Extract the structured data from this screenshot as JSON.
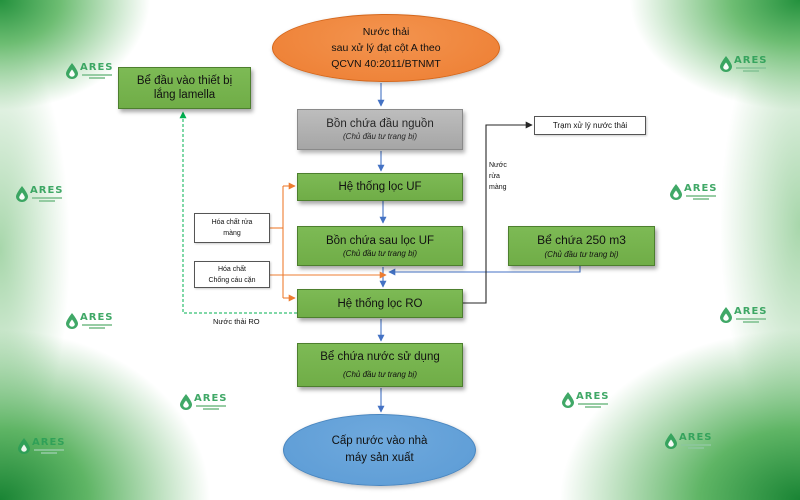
{
  "diagram": {
    "source": {
      "lines": [
        "Nước thải",
        "sau xử lý đạt cột A theo",
        "QCVN 40:2011/BTNMT"
      ]
    },
    "lamella_tank": {
      "lines": [
        "Bể đầu vào thiết bị",
        "lắng lamella"
      ]
    },
    "source_tank": {
      "title": "Bồn chứa đầu nguồn",
      "note": "(Chủ đầu tư trang bị)"
    },
    "uf_system": {
      "title": "Hệ thống lọc UF"
    },
    "post_uf_tank": {
      "title": "Bồn chứa sau lọc UF",
      "note": "(Chủ đầu tư trang bị)"
    },
    "ro_system": {
      "title": "Hệ thống lọc RO"
    },
    "use_tank": {
      "title": "Bể chứa nước sử dụng",
      "note": "(Chủ đầu tư trang bị)"
    },
    "supply": {
      "lines": [
        "Cấp nước vào nhà",
        "máy sản xuất"
      ]
    },
    "wastewater_station": {
      "title": "Trạm xử lý nước thải"
    },
    "membrane_wash_water": {
      "lines": [
        "Nước",
        "rửa",
        "màng"
      ]
    },
    "tank_250": {
      "title": "Bể chứa 250 m3",
      "note": "(Chủ đầu tư trang bị)"
    },
    "membrane_chemical": {
      "lines": [
        "Hóa chất rửa",
        "màng"
      ]
    },
    "antiscalant": {
      "lines": [
        "Hóa chất",
        "Chống cáu cặn"
      ]
    },
    "ro_waste_label": "Nước thải RO"
  },
  "watermark": {
    "text": "ARES",
    "icon": "water-drop-icon"
  },
  "colors": {
    "source_ellipse": "#ED7D31",
    "supply_ellipse": "#5B9BD5",
    "process_box": "#70AD47",
    "investor_tank_box": "#A6A6A6",
    "main_flow_arrow": "#4472C4",
    "chemical_arrow": "#ED7D31",
    "discharge_line": "#262626",
    "reject_line": "#00B050",
    "watermark": "#2C9F57"
  }
}
